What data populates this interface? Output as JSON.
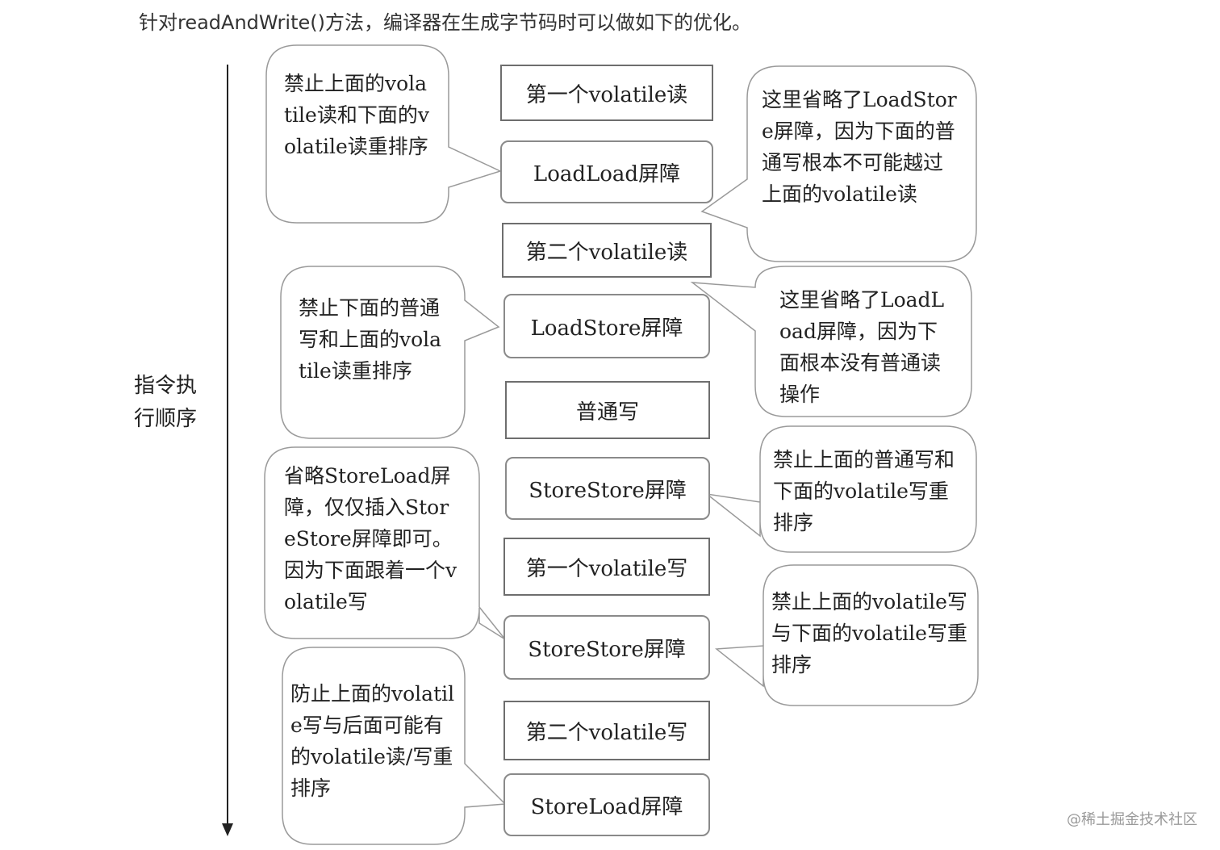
{
  "heading": "针对readAndWrite()方法，编译器在生成字节码时可以做如下的优化。",
  "axis_label": "指令执行顺序",
  "watermark": "@稀土掘金技术社区",
  "boxes": [
    "第一个volatile读",
    "LoadLoad屏障",
    "第二个volatile读",
    "LoadStore屏障",
    "普通写",
    "StoreStore屏障",
    "第一个volatile写",
    "StoreStore屏障",
    "第二个volatile写",
    "StoreLoad屏障"
  ],
  "notes_left": [
    "禁止上面的volatile读和下面的volatile读重排序",
    "禁止下面的普通写和上面的volatile读重排序",
    "省略StoreLoad屏障，仅仅插入StoreStore屏障即可。因为下面跟着一个volatile写",
    "防止上面的volatile写与后面可能有的volatile读/写重排序"
  ],
  "notes_right": [
    "这里省略了LoadStore屏障，因为下面的普通写根本不可能越过上面的volatile读",
    "这里省略了LoadLoad屏障，因为下面根本没有普通读操作",
    "禁止上面的普通写和下面的volatile写重排序",
    "禁止上面的volatile写与下面的volatile写重排序"
  ]
}
